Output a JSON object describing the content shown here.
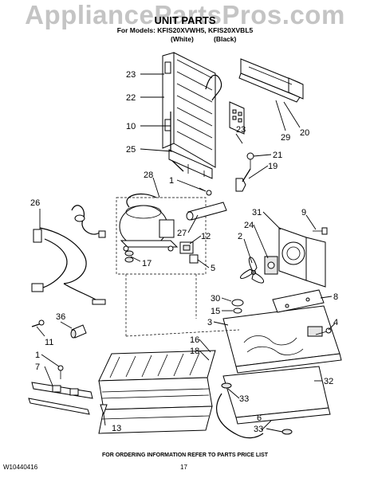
{
  "watermark": "AppliancePartsPros.com",
  "header": {
    "title": "UNIT PARTS",
    "models_line": "For Models: KFIS20XVWH5, KFIS20XVBL5",
    "white_label": "(White)",
    "black_label": "(Black)"
  },
  "callouts": [
    "23",
    "22",
    "10",
    "25",
    "28",
    "26",
    "36",
    "11",
    "1",
    "7",
    "13",
    "20",
    "29",
    "23",
    "21",
    "19",
    "1",
    "27",
    "12",
    "17",
    "5",
    "31",
    "24",
    "2",
    "9",
    "30",
    "15",
    "3",
    "8",
    "4",
    "16",
    "18",
    "33",
    "32",
    "6",
    "33"
  ],
  "footer": {
    "note": "FOR ORDERING INFORMATION REFER TO PARTS PRICE LIST",
    "doc_number": "W10440416",
    "page_number": "17"
  }
}
